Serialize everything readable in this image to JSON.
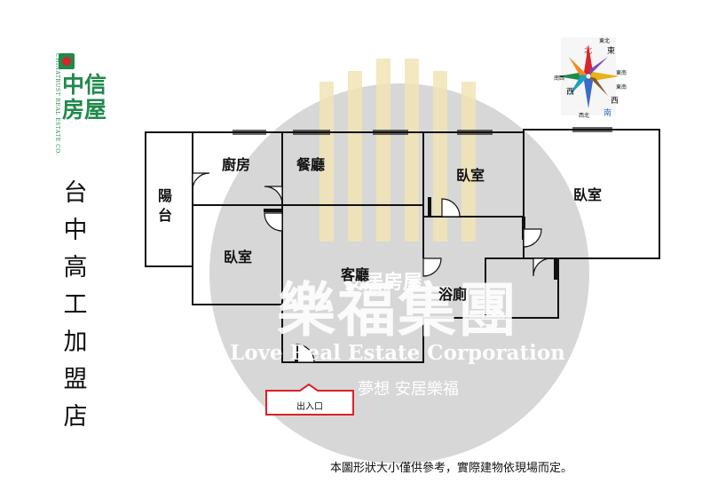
{
  "logo": {
    "brand_lines": [
      "中信",
      "房屋"
    ],
    "vertical_text": "CHINATRUST REAL ESTATE CO.",
    "colors": {
      "green": "#1f8a4c",
      "red": "#d8232a"
    }
  },
  "store_name": "台中高工加盟店",
  "compass": {
    "labels": [
      "北",
      "東北",
      "東",
      "西",
      "南西",
      "東南",
      "西",
      "南",
      "西北",
      "東南"
    ]
  },
  "watermark": {
    "name_zh": "樂福集團",
    "name_en": "Love Real Estate Corporation",
    "slogan": "夢想 安居樂福",
    "overlay_text": "安居房屋"
  },
  "rooms": {
    "kitchen": "廚房",
    "dining": "餐廳",
    "balcony": "陽台",
    "bedroom_left": "臥室",
    "living": "客廳",
    "bedroom_middle": "臥室",
    "bedroom_right": "臥室",
    "bathroom": "浴廁"
  },
  "entrance_label": "出入口",
  "disclaimer": "本圖形狀大小僅供參考，實際建物依現場而定。"
}
